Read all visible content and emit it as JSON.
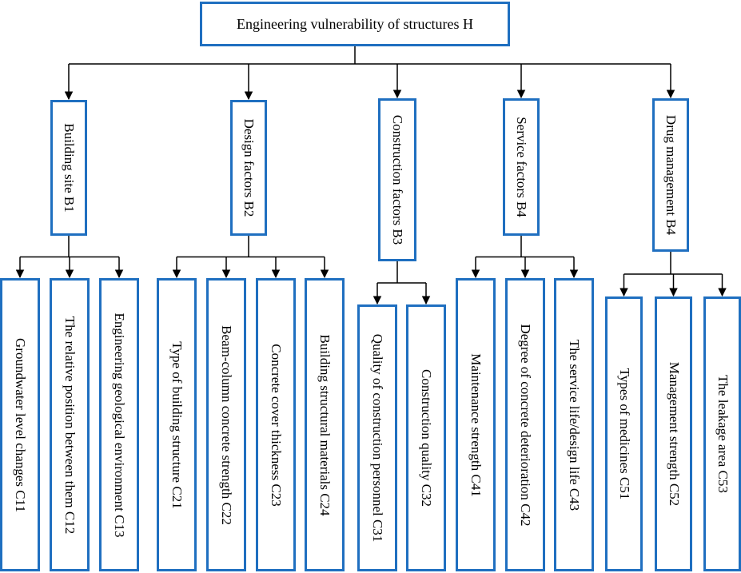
{
  "colors": {
    "box_border": "#1f6fc0",
    "line": "#000000"
  },
  "root": {
    "label": "Engineering vulnerability of structures H"
  },
  "criteria": [
    {
      "label": "Building site B1",
      "indicators": [
        {
          "label": "Groundwater level changes C11"
        },
        {
          "label": "The relative position between them C12"
        },
        {
          "label": "Engineering geological environment C13"
        }
      ]
    },
    {
      "label": "Design factors B2",
      "indicators": [
        {
          "label": "Type of building structure C21"
        },
        {
          "label": "Beam-column concrete strength C22"
        },
        {
          "label": "Concrete cover thickness C23"
        },
        {
          "label": "Building structural materials C24"
        }
      ]
    },
    {
      "label": "Construction factors B3",
      "indicators": [
        {
          "label": "Quality of construction personnel C31"
        },
        {
          "label": "Construction quality C32"
        }
      ]
    },
    {
      "label": "Service factors B4",
      "indicators": [
        {
          "label": "Maintenance strength C41"
        },
        {
          "label": "Degree of concrete deterioration C42"
        },
        {
          "label": "The service life/design life C43"
        }
      ]
    },
    {
      "label": "Drug management B4",
      "indicators": [
        {
          "label": "Types of medicines C51"
        },
        {
          "label": "Management strength C52"
        },
        {
          "label": "The leakage area C53"
        }
      ]
    }
  ]
}
